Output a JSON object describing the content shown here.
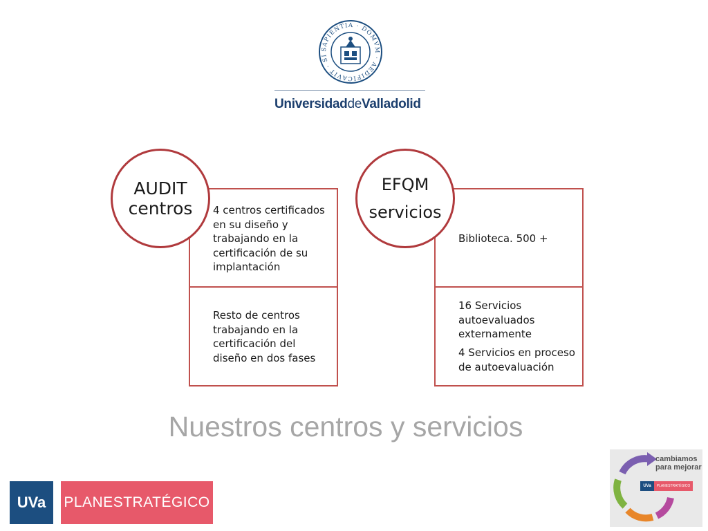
{
  "header": {
    "university_bold_1": "Universidad",
    "university_light": "de",
    "university_bold_2": "Valladolid",
    "seal_text": "SAPIENTIA · DOMVM · AEDIFICAVIT · SIBI"
  },
  "panels": [
    {
      "circle_line1": "AUDIT",
      "circle_line2": "centros",
      "top_text": "4 centros certificados en su diseño y trabajando en la certificación de su implantación",
      "bottom_text": "Resto de centros trabajando en la certificación del diseño en dos fases"
    },
    {
      "circle_line1": "EFQM",
      "circle_line2": "servicios",
      "top_text": "Biblioteca. 500 +",
      "bottom_text_1": "16 Servicios autoevaluados externamente",
      "bottom_text_2": "4 Servicios en proceso de autoevaluación"
    }
  ],
  "slide_title": "Nuestros centros y servicios",
  "footer": {
    "uva_label": "UVa",
    "plan_label": "PLANESTRATÉGICO",
    "cambiamos_line1": "cambiamos",
    "cambiamos_line2": "para mejorar",
    "mini_uva": "UVa",
    "mini_plan": "PLANESTRATÉGICO"
  },
  "colors": {
    "accent_red": "#c0504d",
    "university_blue": "#1c3f6e",
    "plan_pink": "#e7596a",
    "title_gray": "#a6a6a6"
  }
}
